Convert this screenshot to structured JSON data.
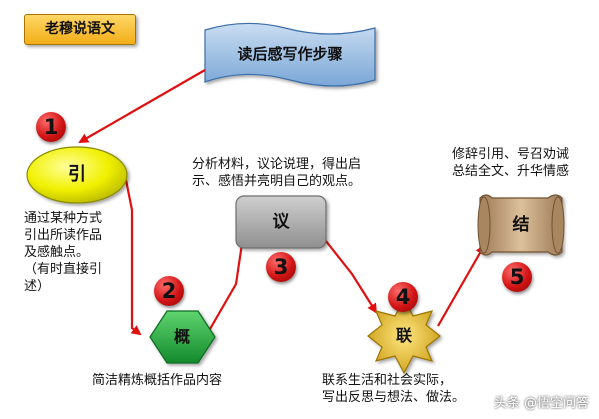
{
  "author_tag": "老穆说语文",
  "title": "读后感写作步骤",
  "steps": [
    {
      "number": "1",
      "label": "引",
      "description": "通过某种方式\n引出所读作品\n及感触点。\n（有时直接引\n述）"
    },
    {
      "number": "2",
      "label": "概",
      "description": "简洁精炼概括作品内容"
    },
    {
      "number": "3",
      "label": "议",
      "description": "分析材料，议论说理，得出启\n示、感悟并亮明自己的观点。"
    },
    {
      "number": "4",
      "label": "联",
      "description": "联系生活和社会实际，\n写出反思与想法、做法。"
    },
    {
      "number": "5",
      "label": "结",
      "description": "修辞引用、号召劝诫\n总结全文、升华情感"
    }
  ],
  "watermark": "头条 @悟空问答",
  "colors": {
    "arrow": "#e01010",
    "author_bg": "#f5b82e",
    "title_banner": "#9dc3e6",
    "yin_ellipse": "#f2f200",
    "gai_hexagon": "#22a03c",
    "yi_box": "#a6a6a6",
    "lian_star": "#e2b822",
    "jie_scroll": "#c9a77f"
  }
}
